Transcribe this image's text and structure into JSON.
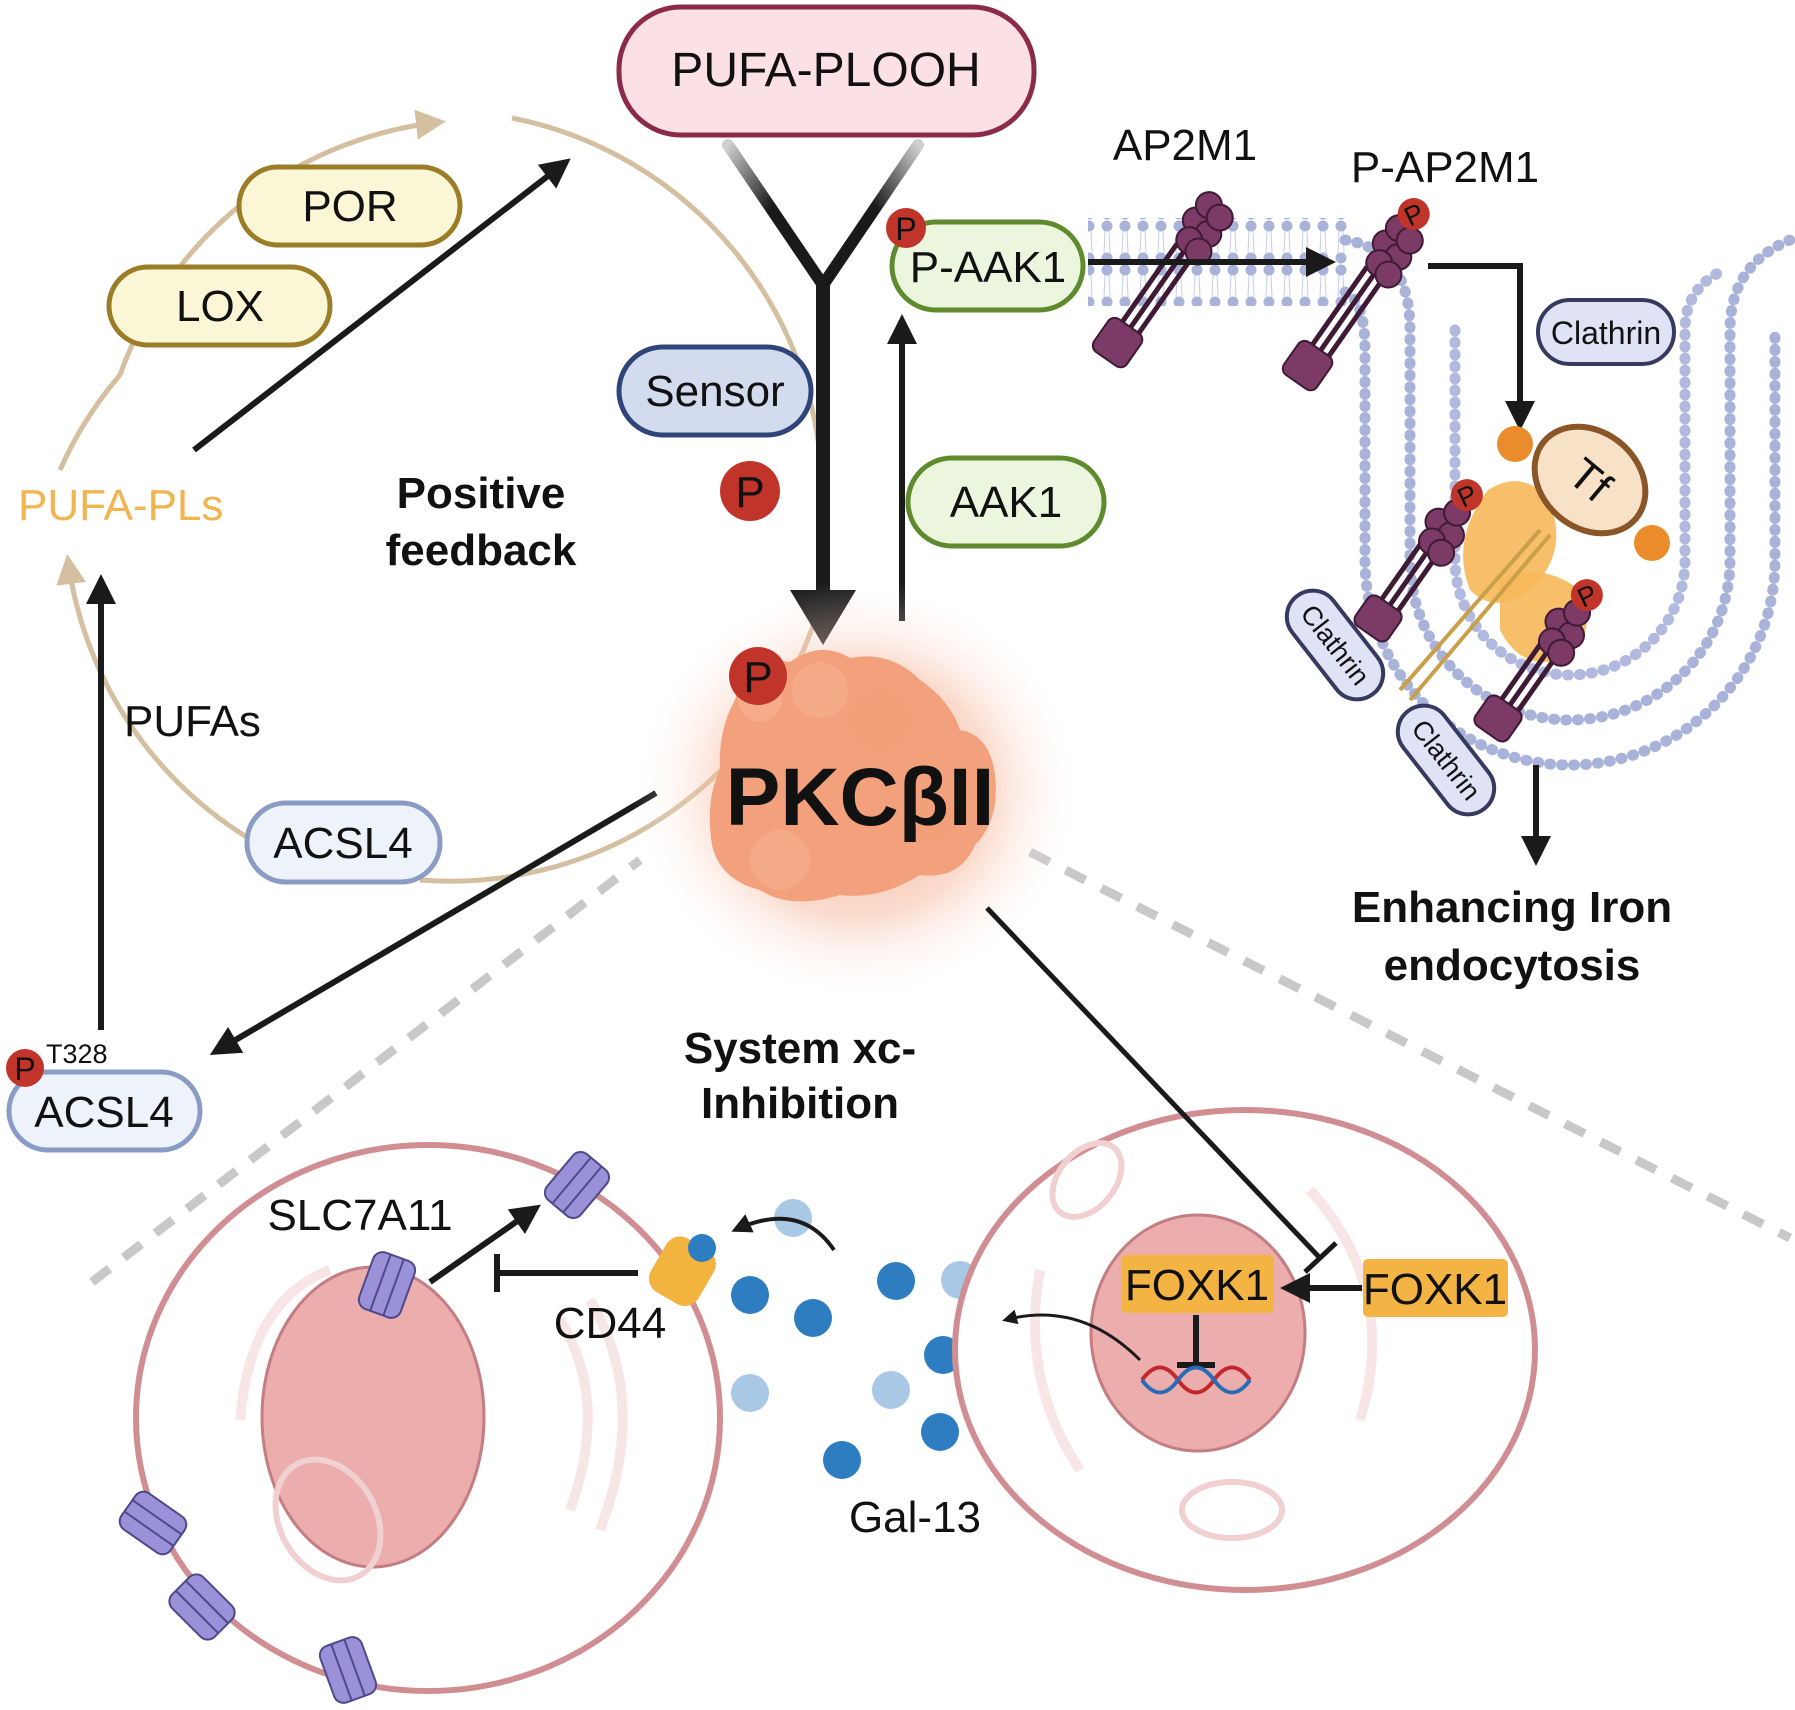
{
  "title": "PKCβII-mediated ferroptosis signaling",
  "colors": {
    "arrow": "#1a1a1a",
    "feedback_arc": "#d4bfa0",
    "pufa_pls_text": "#f0b450",
    "ploo_fill": "#fbe0e6",
    "ploo_stroke": "#8c2a4a",
    "enzyme_fill": "#fbf6d6",
    "enzyme_stroke": "#9a7d26",
    "sensor_fill": "#d3dcee",
    "sensor_stroke": "#2f4478",
    "aak1_fill": "#ecf6df",
    "aak1_stroke": "#5f8a2e",
    "acsl4_fill": "#eef3fb",
    "acsl4_stroke": "#8a9cc4",
    "phospho": "#c0342a",
    "pkc_fill": "#f3a07c",
    "membrane": "#a9b3da",
    "ap2m1": "#7c3a66",
    "clathrin_fill": "#e0e2f6",
    "clathrin_stroke": "#363a5e",
    "tf_fill": "#f7e2c8",
    "tf_stroke": "#8a5527",
    "tf_ball": "#ea8c2c",
    "cell_stroke": "#d18e92",
    "nucleus_fill": "#ecadad",
    "foxk1": "#f4b443",
    "gal13_dark": "#2f7dc1",
    "gal13_light": "#a9c8e6",
    "slc7a11": "#9a91d8",
    "cd44": "#f3b33f",
    "divider": "#c8c8c8"
  },
  "labels": {
    "pufa_plooh": "PUFA-PLOOH",
    "por": "POR",
    "lox": "LOX",
    "pufa_pls": "PUFA-PLs",
    "positive_feedback_1": "Positive",
    "positive_feedback_2": "feedback",
    "sensor": "Sensor",
    "phospho": "P",
    "p_aak1": "P-AAK1",
    "aak1": "AAK1",
    "ap2m1": "AP2M1",
    "p_ap2m1": "P-AP2M1",
    "clathrin": "Clathrin",
    "tf": "Tf",
    "pkc": "PKCβII",
    "pufas": "PUFAs",
    "acsl4": "ACSL4",
    "p_acsl4_site": "T328",
    "p_acsl4": "ACSL4",
    "enhancing_1": "Enhancing Iron",
    "enhancing_2": "endocytosis",
    "system_xc_1": "System xc-",
    "system_xc_2": "Inhibition",
    "slc7a11": "SLC7A11",
    "cd44": "CD44",
    "gal13": "Gal-13",
    "foxk1_nuclear": "FOXK1",
    "foxk1_cyto": "FOXK1"
  }
}
